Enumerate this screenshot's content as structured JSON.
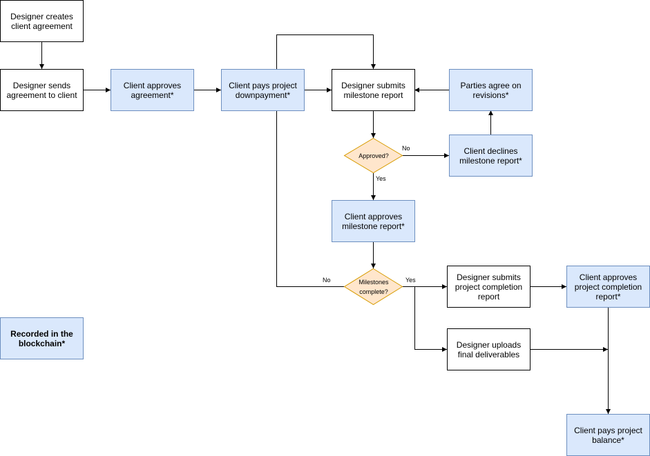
{
  "nodes": {
    "designer_creates": "Designer creates\nclient agreement",
    "designer_sends": "Designer sends\nagreement to client",
    "client_approves_agreement": "Client approves\nagreement*",
    "client_pays_downpayment": "Client pays project\ndownpayment*",
    "designer_submits_milestone": "Designer submits\nmilestone report",
    "parties_agree": "Parties agree on\nrevisions*",
    "approved_decision": "Approved?",
    "client_declines": "Client declines\nmilestone report*",
    "client_approves_milestone": "Client approves\nmilestone report*",
    "milestones_decision": "Milestones\ncomplete?",
    "designer_submits_completion": "Designer submits\nproject completion\nreport",
    "client_approves_completion": "Client approves\nproject completion\nreport*",
    "designer_uploads": "Designer uploads\nfinal deliverables",
    "client_pays_balance": "Client pays project\nbalance*",
    "legend": "Recorded in the\nblockchain*"
  },
  "edge_labels": {
    "approved_no": "No",
    "approved_yes": "Yes",
    "milestones_no": "No",
    "milestones_yes": "Yes"
  },
  "colors": {
    "blockchain_fill": "#dae8fc",
    "blockchain_stroke": "#6c8ebf",
    "decision_fill": "#ffe6cc",
    "decision_stroke": "#d79b00",
    "plain_fill": "#ffffff",
    "stroke": "#000000"
  }
}
